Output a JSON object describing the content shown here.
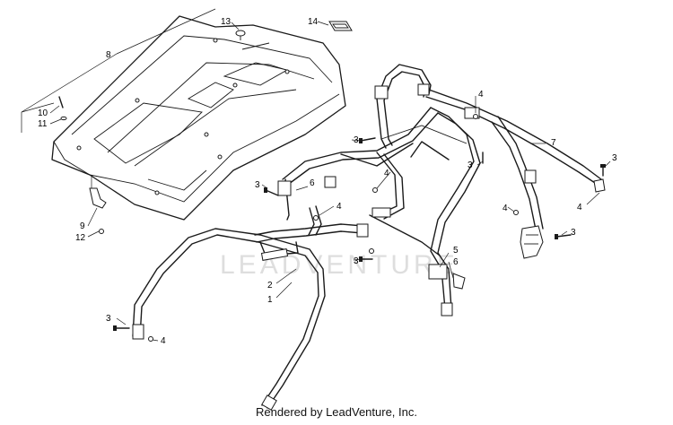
{
  "watermark": "LEADVENTURE",
  "credit": "Rendered by LeadVenture, Inc.",
  "callouts": {
    "c1": "1",
    "c2": "2",
    "c3a": "3",
    "c3b": "3",
    "c3c": "3",
    "c3d": "3",
    "c3e": "3",
    "c3f": "3",
    "c3g": "3",
    "c4a": "4",
    "c4b": "4",
    "c4c": "4",
    "c4d": "4",
    "c4e": "4",
    "c4f": "4",
    "c5": "5",
    "c6a": "6",
    "c6b": "6",
    "c7": "7",
    "c8": "8",
    "c9": "9",
    "c10": "10",
    "c11": "11",
    "c12": "12",
    "c13": "13",
    "c14": "14"
  }
}
